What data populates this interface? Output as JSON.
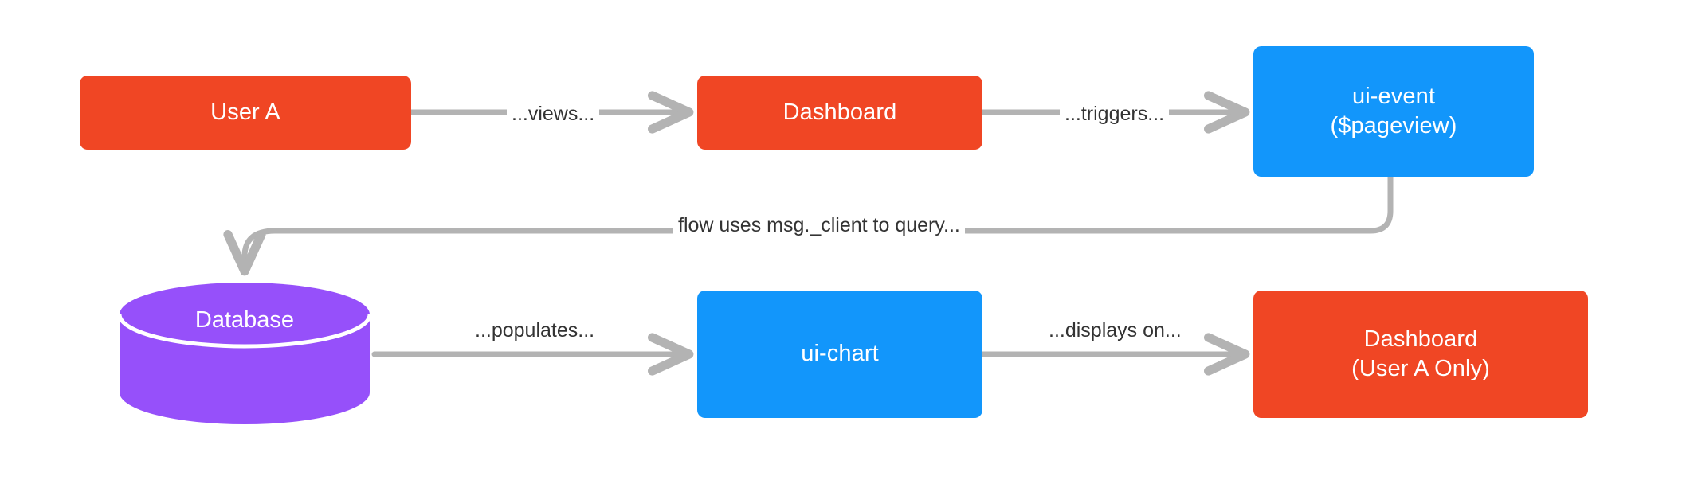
{
  "diagram": {
    "type": "flowchart",
    "background_color": "#ffffff",
    "palette": {
      "red": "#f04624",
      "blue": "#1296fb",
      "purple": "#9650fa",
      "connector_gray": "#b3b3b3",
      "label_text": "#333333",
      "node_text": "#ffffff"
    },
    "nodes": [
      {
        "id": "user-a",
        "label": "User A",
        "shape": "rounded-rect",
        "color": "#f04624"
      },
      {
        "id": "dashboard-top",
        "label": "Dashboard",
        "shape": "rounded-rect",
        "color": "#f04624"
      },
      {
        "id": "ui-event",
        "label_line1": "ui-event",
        "label_line2": "($pageview)",
        "shape": "rounded-rect",
        "color": "#1296fb"
      },
      {
        "id": "database",
        "label": "Database",
        "shape": "cylinder",
        "color": "#9650fa"
      },
      {
        "id": "ui-chart",
        "label": "ui-chart",
        "shape": "rounded-rect",
        "color": "#1296fb"
      },
      {
        "id": "dashboard-user-a",
        "label_line1": "Dashboard",
        "label_line2": "(User A Only)",
        "shape": "rounded-rect",
        "color": "#f04624"
      }
    ],
    "edges": [
      {
        "id": "views",
        "from": "user-a",
        "to": "dashboard-top",
        "label": "...views...",
        "style": "straight-arrow"
      },
      {
        "id": "triggers",
        "from": "dashboard-top",
        "to": "ui-event",
        "label": "...triggers...",
        "style": "straight-arrow"
      },
      {
        "id": "query",
        "from": "ui-event",
        "to": "database",
        "label": "flow uses msg._client to query...",
        "style": "curved-arrow"
      },
      {
        "id": "populates",
        "from": "database",
        "to": "ui-chart",
        "label": "...populates...",
        "style": "straight-arrow"
      },
      {
        "id": "displays-on",
        "from": "ui-chart",
        "to": "dashboard-user-a",
        "label": "...displays on...",
        "style": "straight-arrow"
      }
    ]
  }
}
